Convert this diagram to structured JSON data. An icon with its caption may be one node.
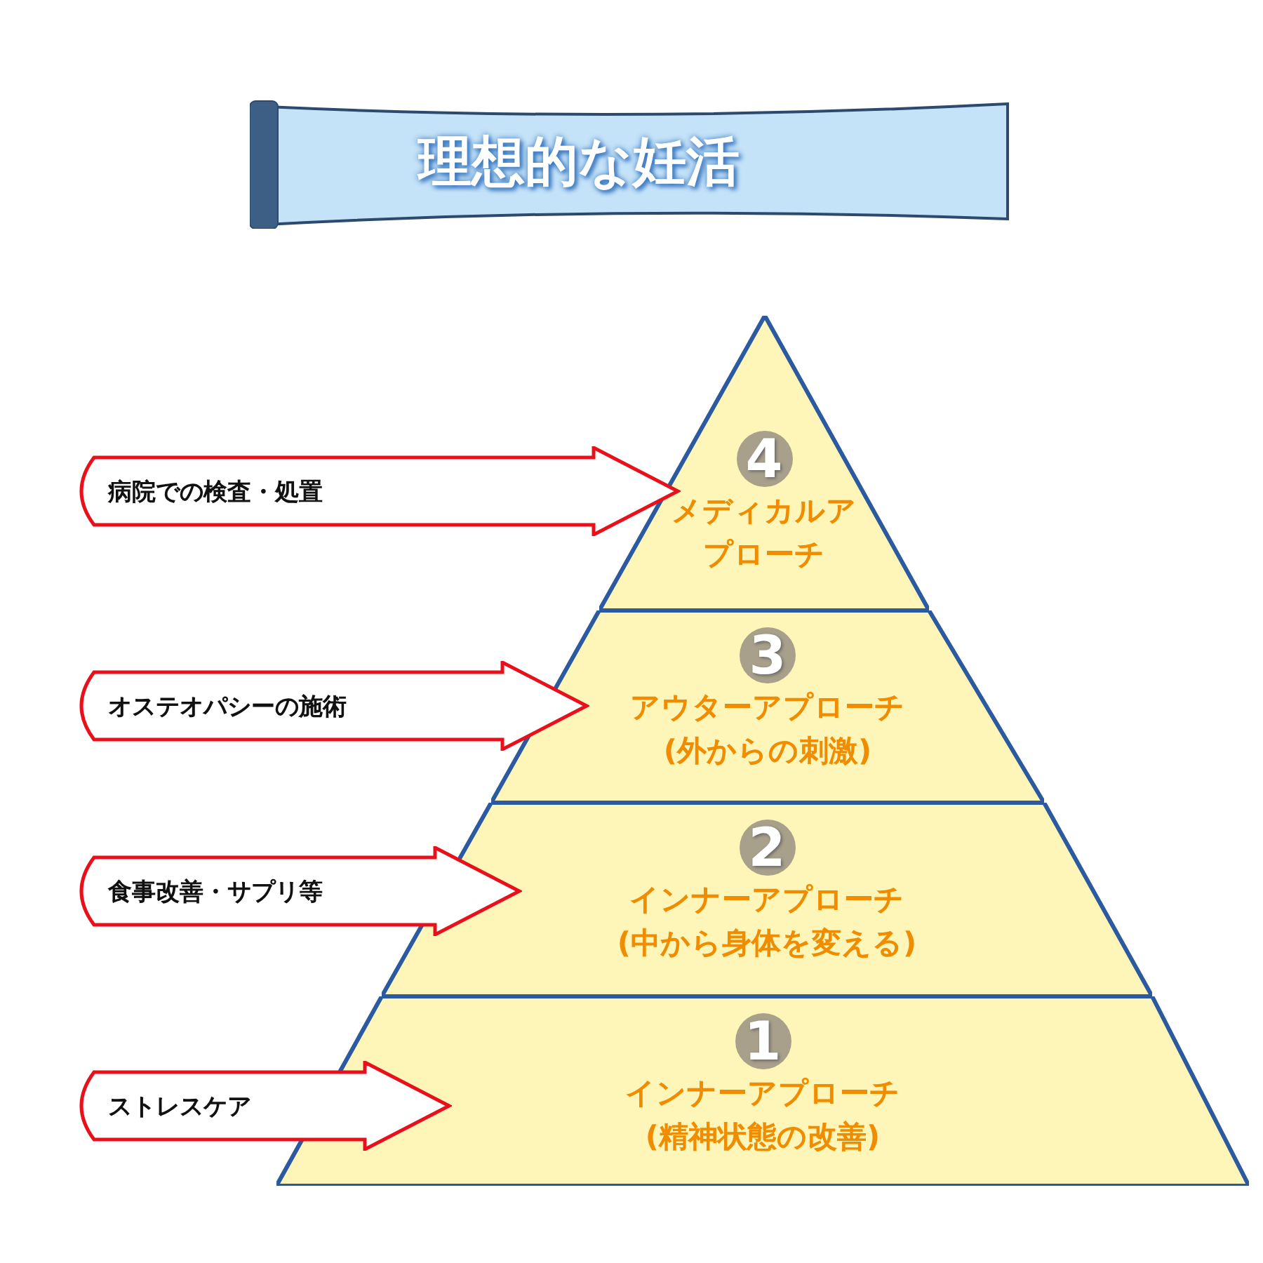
{
  "diagram": {
    "title": "理想的な妊活",
    "nodes": [
      {
        "text": [
          "4",
          "メディカルアプローチ"
        ]
      },
      {
        "text": [
          "病院での検査・処置"
        ]
      },
      {
        "text": [
          "3",
          "アウターアプローチ",
          "(外からの刺激)"
        ]
      },
      {
        "text": [
          "オステオパシーの施術"
        ]
      },
      {
        "text": [
          "2",
          "インナーアプローチ",
          "(中から身体を変える)"
        ]
      },
      {
        "text": [
          "食事改善・サプリ等"
        ]
      },
      {
        "text": [
          "1",
          "インナーアプローチ",
          "(精神状態の改善)"
        ]
      },
      {
        "text": [
          "ストレスケア"
        ]
      }
    ]
  }
}
